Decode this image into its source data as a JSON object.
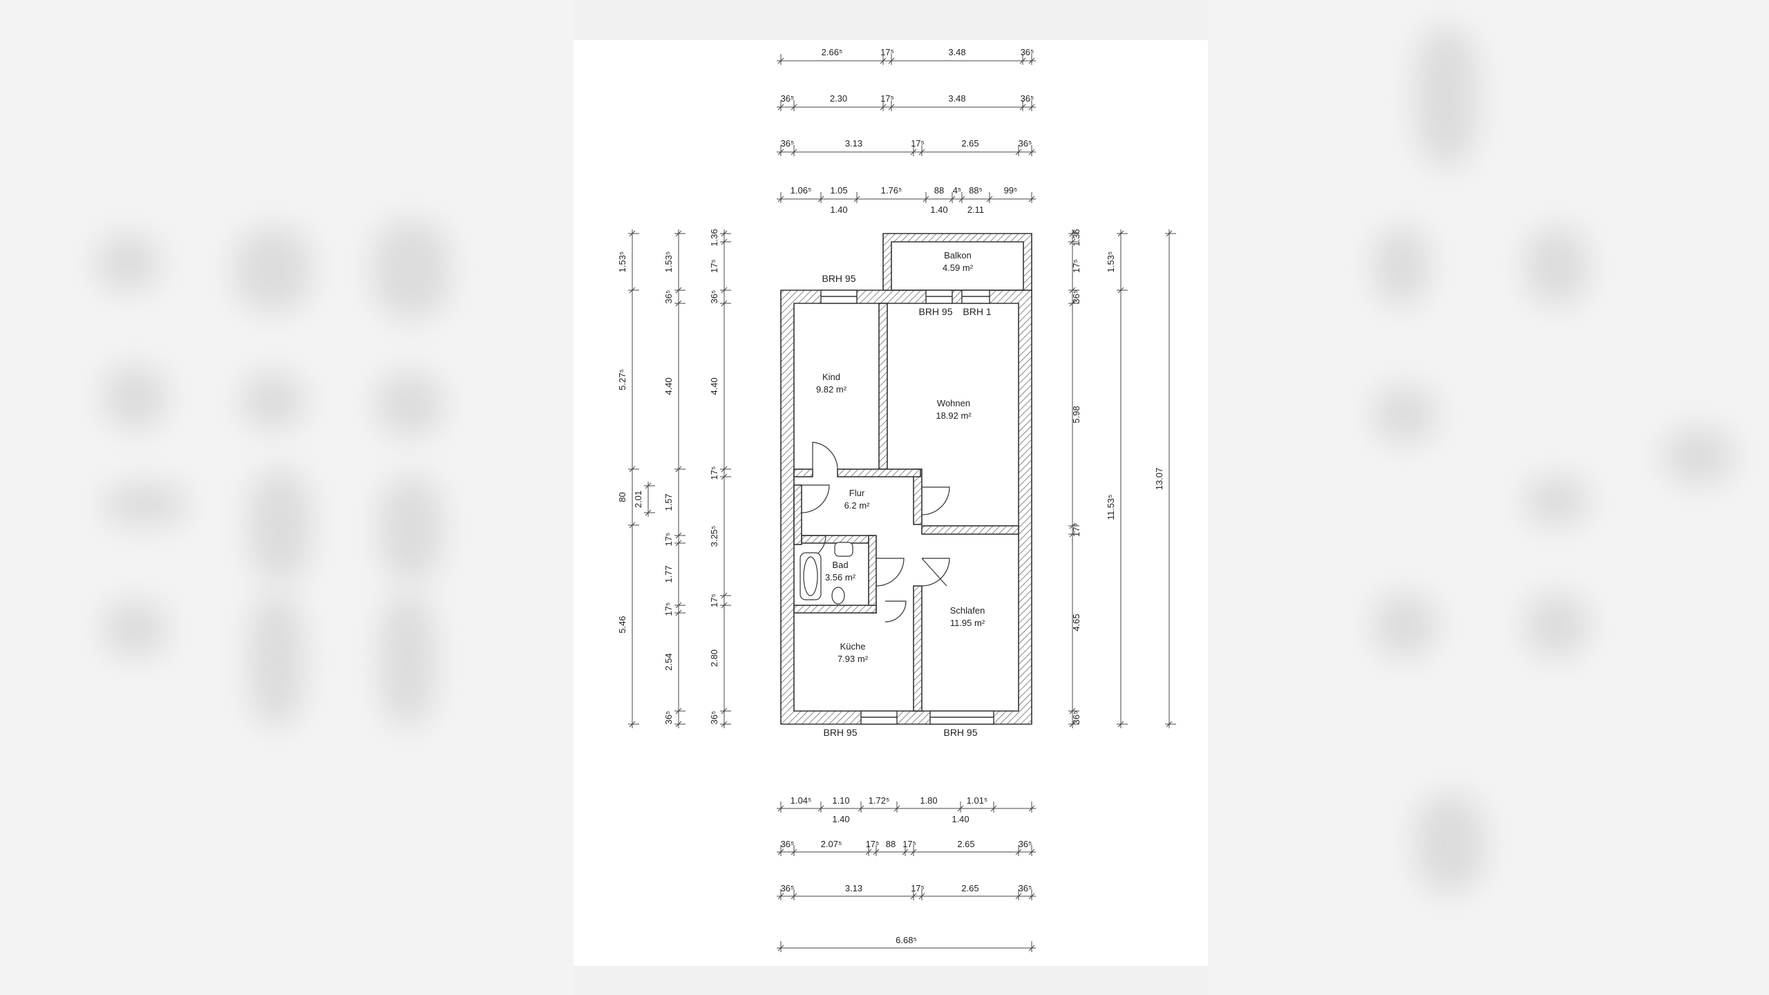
{
  "dims_top": [
    {
      "labels": [
        "2.66⁵",
        "17⁵",
        "3.48",
        "36⁵"
      ]
    },
    {
      "labels": [
        "36⁵",
        "2.30",
        "17⁵",
        "3.48",
        "36⁵"
      ]
    },
    {
      "labels": [
        "36⁵",
        "3.13",
        "17⁵",
        "2.65",
        "36⁵"
      ]
    },
    {
      "labels": [
        "1.06⁵",
        "1.05",
        "1.76⁵",
        "88",
        "4⁵",
        "88⁵",
        "99⁵"
      ],
      "sub": [
        "1.40",
        "1.40",
        "2.11"
      ]
    }
  ],
  "dims_bottom": [
    {
      "labels": [
        "1.04⁵",
        "1.10",
        "1.72⁵",
        "1.80",
        "1.01⁵"
      ],
      "sub": [
        "1.40",
        "1.40"
      ]
    },
    {
      "labels": [
        "36⁵",
        "2.07⁵",
        "17⁵",
        "88",
        "17⁵",
        "2.65",
        "36⁵"
      ]
    },
    {
      "labels": [
        "36⁵",
        "3.13",
        "17⁵",
        "2.65",
        "36⁵"
      ]
    },
    {
      "labels": [
        "6.68⁵"
      ]
    }
  ],
  "dims_left": [
    {
      "labels": [
        "1.53⁵",
        "5.27⁵",
        "80",
        "5.46"
      ]
    },
    {
      "labels": [
        "2.01"
      ]
    },
    {
      "labels": [
        "1.53⁵",
        "36⁵",
        "4.40",
        "1.57",
        "17⁵",
        "1.77",
        "17⁵",
        "2.54",
        "36⁵"
      ]
    },
    {
      "labels": [
        "1.36",
        "17⁵",
        "36⁵",
        "4.40",
        "17⁵",
        "3.25⁵",
        "17⁵",
        "2.80",
        "36⁵"
      ]
    }
  ],
  "dims_right": [
    {
      "labels": [
        "1.36",
        "17⁵",
        "36⁵",
        "5.98",
        "17⁵",
        "4.65",
        "36⁵"
      ]
    },
    {
      "labels": [
        "1.53⁵",
        "11.53⁵"
      ]
    },
    {
      "labels": [
        "13.07"
      ]
    }
  ],
  "rooms": [
    {
      "id": "balkon",
      "name": "Balkon",
      "area": "4.59 m²"
    },
    {
      "id": "kind",
      "name": "Kind",
      "area": "9.82 m²"
    },
    {
      "id": "wohnen",
      "name": "Wohnen",
      "area": "18.92 m²"
    },
    {
      "id": "flur",
      "name": "Flur",
      "area": "6.2 m²"
    },
    {
      "id": "bad",
      "name": "Bad",
      "area": "3.56 m²"
    },
    {
      "id": "schlafen",
      "name": "Schlafen",
      "area": "11.95 m²"
    },
    {
      "id": "kueche",
      "name": "Küche",
      "area": "7.93 m²"
    }
  ],
  "window_labels": [
    "BRH 95",
    "BRH 95",
    "BRH 1",
    "BRH 95",
    "BRH 95"
  ]
}
